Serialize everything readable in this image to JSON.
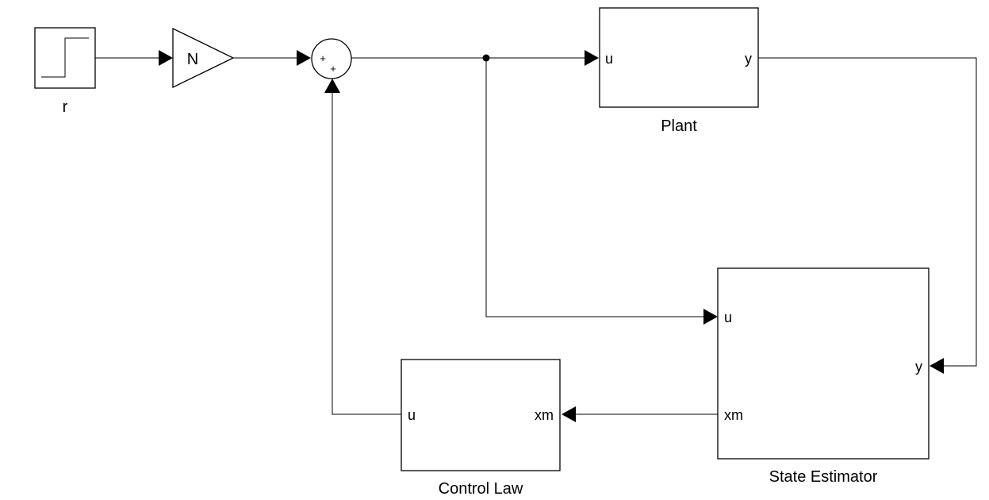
{
  "diagram": {
    "blocks": {
      "step": {
        "label": "r"
      },
      "gain": {
        "label": "N"
      },
      "sum": {
        "signs": [
          "+",
          "+"
        ]
      },
      "plant": {
        "label": "Plant",
        "in_port": "u",
        "out_port": "y"
      },
      "estimator": {
        "label": "State Estimator",
        "in_port_u": "u",
        "in_port_y": "y",
        "out_port": "xm"
      },
      "control_law": {
        "label": "Control Law",
        "in_port": "xm",
        "out_port": "u"
      }
    },
    "connections": [
      {
        "from": "r",
        "to": "N"
      },
      {
        "from": "N",
        "to": "Sum"
      },
      {
        "from": "Sum",
        "to": "Plant.u"
      },
      {
        "from": "Sum",
        "to": "State Estimator.u"
      },
      {
        "from": "Plant.y",
        "to": "State Estimator.y"
      },
      {
        "from": "State Estimator.xm",
        "to": "Control Law.xm"
      },
      {
        "from": "Control Law.u",
        "to": "Sum"
      }
    ]
  }
}
